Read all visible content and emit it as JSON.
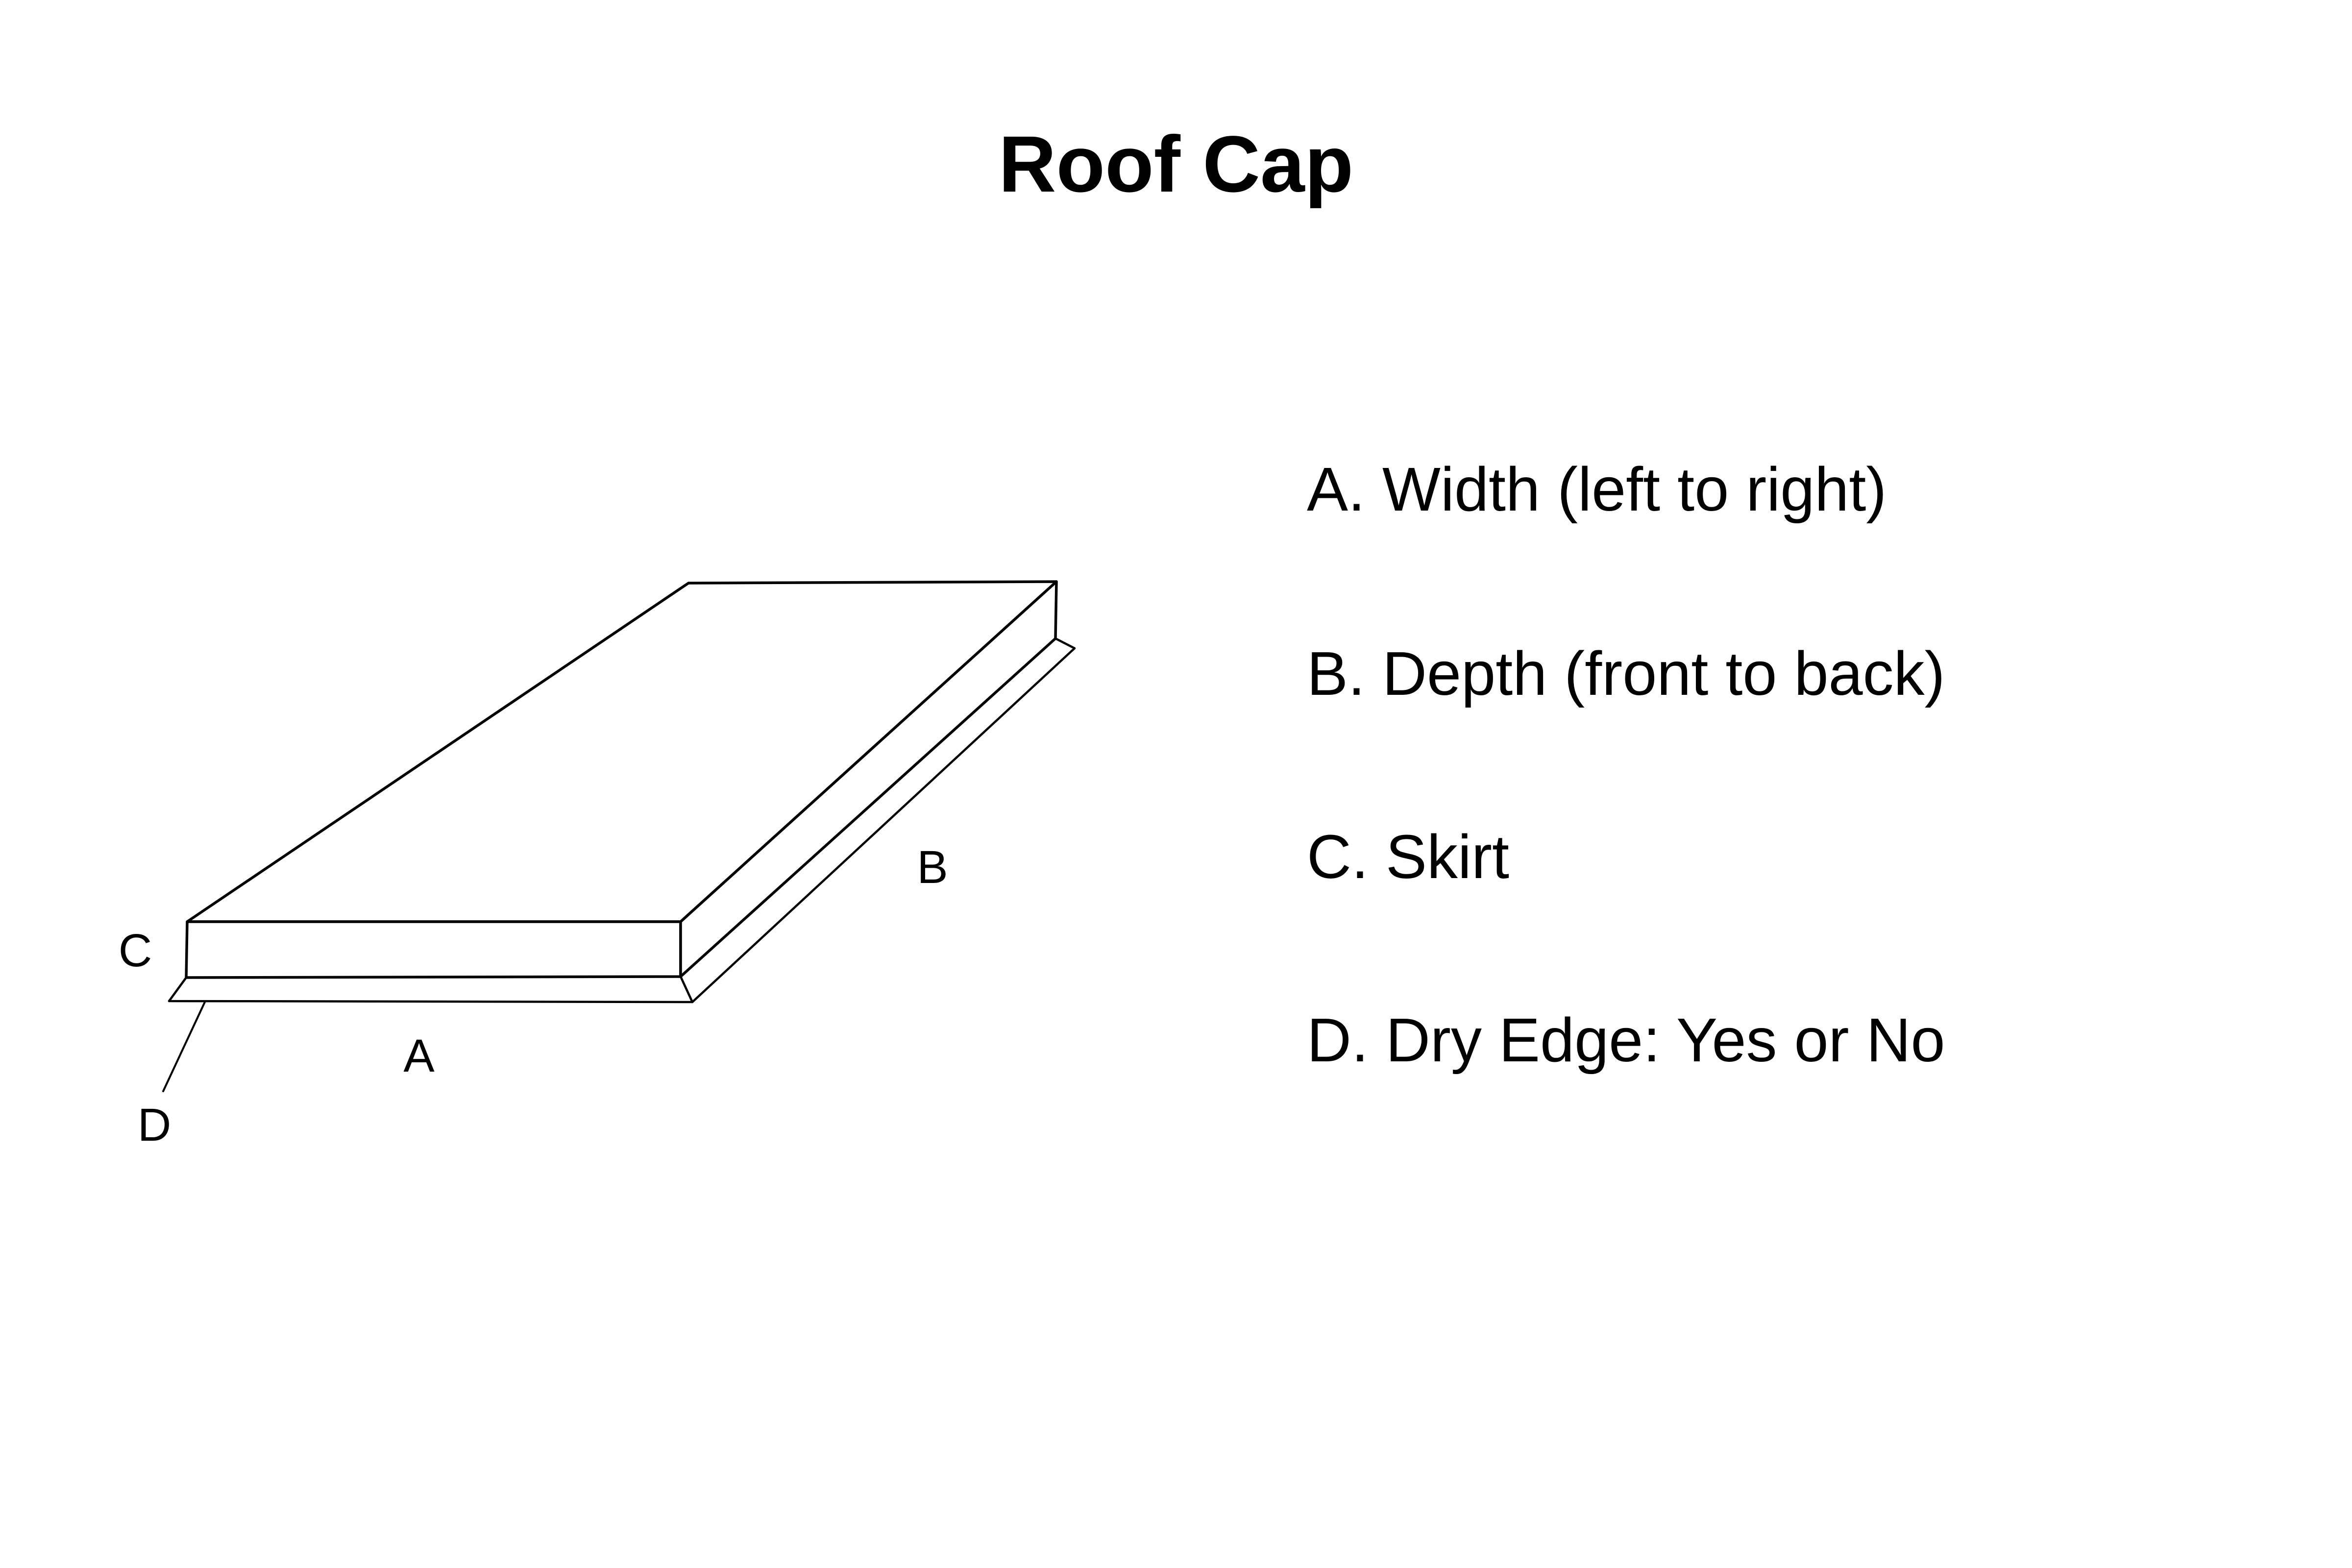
{
  "page": {
    "title": "Roof Cap",
    "background_color": "#ffffff",
    "text_color": "#000000",
    "line_color": "#000000"
  },
  "diagram": {
    "name": "roof-cap-isometric-drawing",
    "labels": {
      "a": "A",
      "b": "B",
      "c": "C",
      "d": "D"
    }
  },
  "legend": {
    "items": [
      {
        "key": "A",
        "text": "A. Width (left to right)"
      },
      {
        "key": "B",
        "text": "B. Depth (front to back)"
      },
      {
        "key": "C",
        "text": "C. Skirt"
      },
      {
        "key": "D",
        "text": "D. Dry Edge: Yes or No"
      }
    ]
  }
}
